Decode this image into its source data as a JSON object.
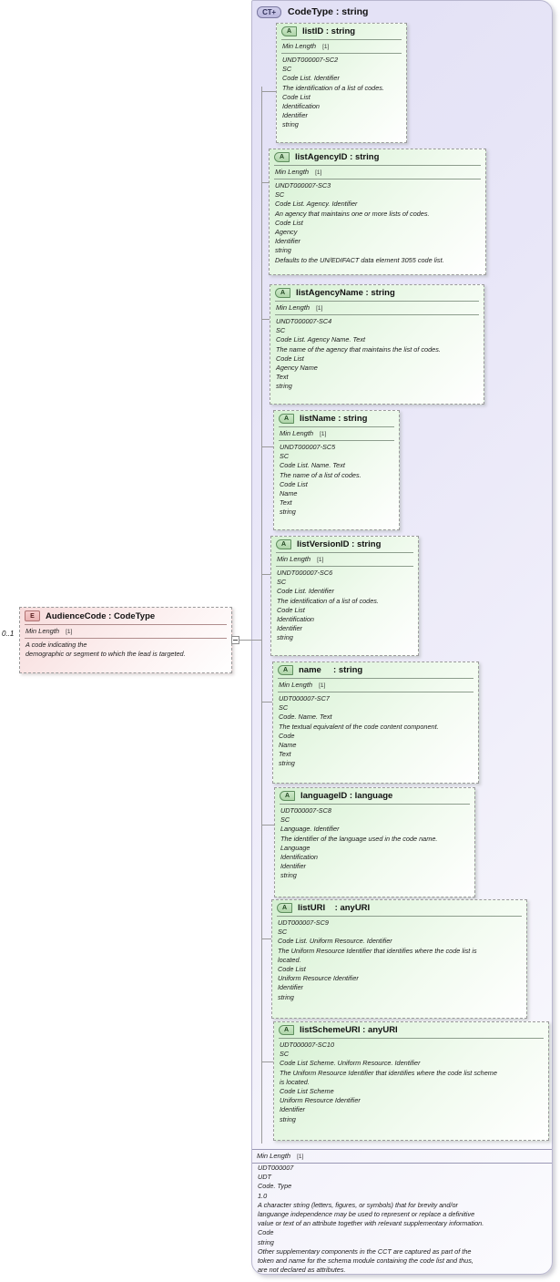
{
  "complex_type": {
    "badge": "CT+",
    "badge_icon": "complextype-expand-icon",
    "title": "CodeType : string",
    "facet": {
      "label": "Min Length",
      "occurrence": "[1]"
    },
    "documentation": [
      "UDT000007",
      "UDT",
      "Code. Type",
      "1.0",
      "A character string (letters, figures, or symbols) that for brevity and/or",
      "languange independence may be used to represent or replace a definitive",
      "value or text of an attribute together with relevant supplementary information.",
      "Code",
      "string",
      "Other supplementary components in the CCT are captured as part of the",
      "token and name for the schema module containing the code list and thus,",
      "are not declared as attributes."
    ]
  },
  "element": {
    "badge": "E",
    "badge_icon": "element-icon",
    "title": "AudienceCode : CodeType",
    "occurrence": "0..1",
    "facet": {
      "label": "Min Length",
      "occurrence": "[1]"
    },
    "documentation": [
      "A code indicating the",
      "demographic or segment to which the lead is targeted."
    ]
  },
  "attributes": [
    {
      "badge": "A",
      "name": "listID",
      "type": ": string",
      "facet": {
        "label": "Min Length",
        "occurrence": "[1]"
      },
      "documentation": [
        "UNDT000007-SC2",
        "SC",
        "Code List. Identifier",
        "The identification of a list of codes.",
        "Code List",
        "Identification",
        "Identifier",
        "string"
      ]
    },
    {
      "badge": "A",
      "name": "listAgencyID",
      "type": ": string",
      "facet": {
        "label": "Min Length",
        "occurrence": "[1]"
      },
      "documentation": [
        "UNDT000007-SC3",
        "SC",
        "Code List. Agency. Identifier",
        "An agency that maintains one or more lists of codes.",
        "Code List",
        "Agency",
        "Identifier",
        "string",
        "Defaults to the UN/EDIFACT data element 3055 code list."
      ]
    },
    {
      "badge": "A",
      "name": "listAgencyName",
      "type": ": string",
      "facet": {
        "label": "Min Length",
        "occurrence": "[1]"
      },
      "documentation": [
        "UNDT000007-SC4",
        "SC",
        "Code List. Agency Name. Text",
        "The name of the agency that maintains the list of codes.",
        "Code List",
        "Agency Name",
        "Text",
        "string"
      ]
    },
    {
      "badge": "A",
      "name": "listName",
      "type": ": string",
      "facet": {
        "label": "Min Length",
        "occurrence": "[1]"
      },
      "documentation": [
        "UNDT000007-SC5",
        "SC",
        "Code List. Name. Text",
        "The name of a list of codes.",
        "Code List",
        "Name",
        "Text",
        "string"
      ]
    },
    {
      "badge": "A",
      "name": "listVersionID",
      "type": ": string",
      "facet": {
        "label": "Min Length",
        "occurrence": "[1]"
      },
      "documentation": [
        "UNDT000007-SC6",
        "SC",
        "Code List. Identifier",
        "The identification of a list of codes.",
        "Code List",
        "Identification",
        "Identifier",
        "string"
      ]
    },
    {
      "badge": "A",
      "name": "name    ",
      "type": ": string",
      "facet": {
        "label": "Min Length",
        "occurrence": "[1]"
      },
      "documentation": [
        "UDT000007-SC7",
        "SC",
        "Code. Name. Text",
        "The textual equivalent of the code content component.",
        "Code",
        "Name",
        "Text",
        "string"
      ]
    },
    {
      "badge": "A",
      "name": "languageID",
      "type": ": language",
      "facet": null,
      "documentation": [
        "UDT000007-SC8",
        "SC",
        "Language. Identifier",
        "The identifier of the language used in the code name.",
        "Language",
        "Identification",
        "Identifier",
        "string"
      ]
    },
    {
      "badge": "A",
      "name": "listURI   ",
      "type": ": anyURI",
      "facet": null,
      "documentation": [
        "UDT000007-SC9",
        "SC",
        "Code List. Uniform Resource. Identifier",
        "The Uniform Resource Identifier that identifies where the code list is",
        "located.",
        "Code List",
        "Uniform Resource Identifier",
        "Identifier",
        "string"
      ]
    },
    {
      "badge": "A",
      "name": "listSchemeURI",
      "type": ": anyURI",
      "facet": null,
      "documentation": [
        "UDT000007-SC10",
        "SC",
        "Code List Scheme. Uniform Resource. Identifier",
        "The Uniform Resource Identifier that identifies where the code list scheme",
        "is located.",
        "Code List Scheme",
        "Uniform Resource Identifier",
        "Identifier",
        "string"
      ]
    }
  ]
}
